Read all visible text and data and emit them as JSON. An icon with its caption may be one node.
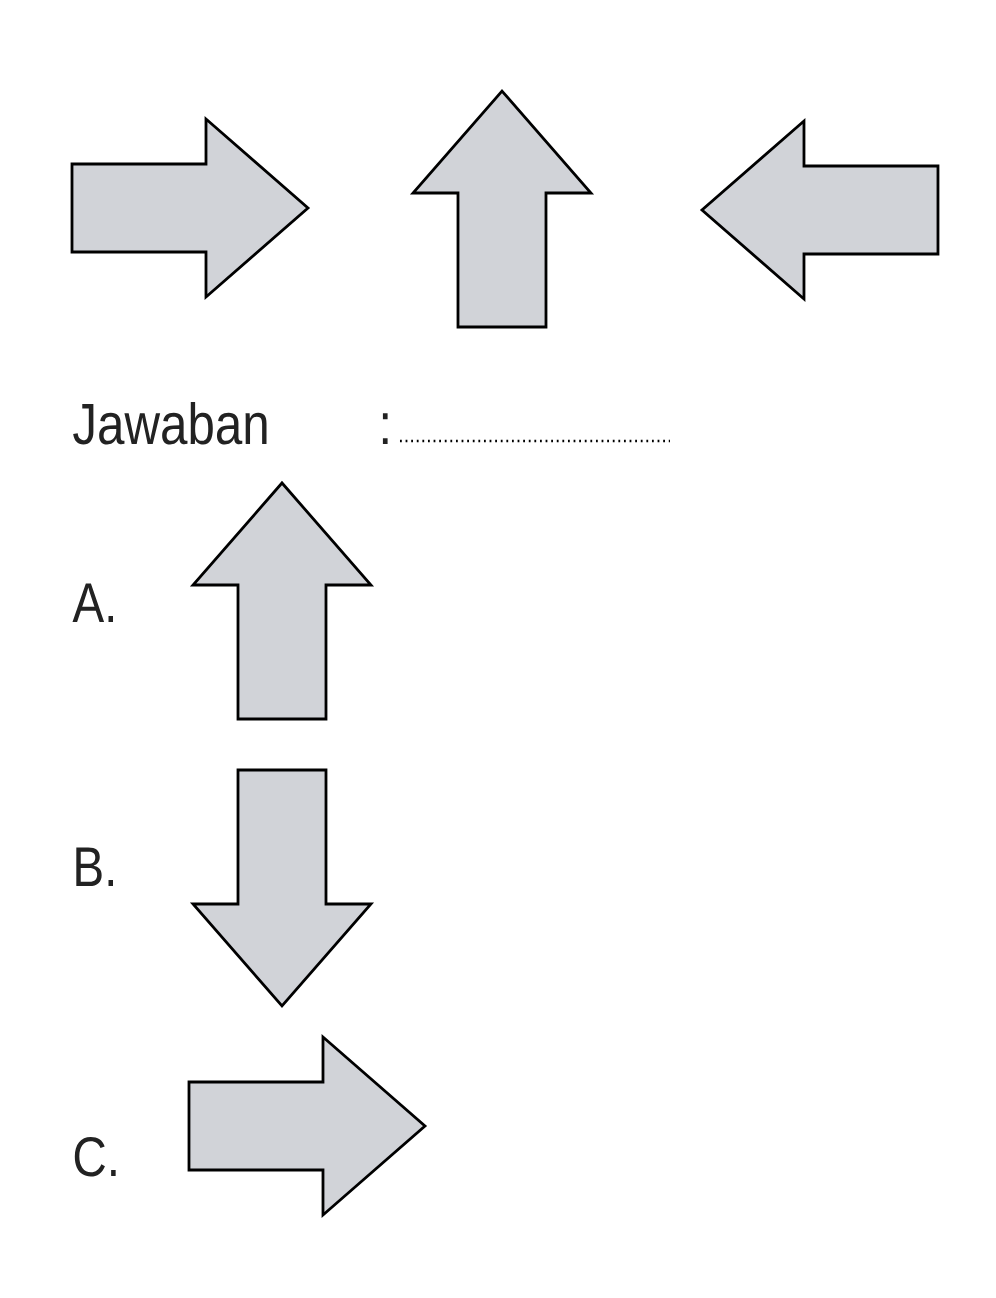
{
  "diagram": {
    "nodes": [
      {
        "text": [],
        "shape": "arrow"
      },
      {
        "text": [],
        "shape": "arrow"
      },
      {
        "text": [],
        "shape": "arrow"
      },
      {
        "text": [],
        "shape": "arrow",
        "beside": [
          "A."
        ]
      },
      {
        "text": [],
        "shape": "arrow",
        "beside": [
          "B."
        ]
      },
      {
        "text": [],
        "shape": "arrow",
        "beside": [
          "C."
        ]
      }
    ],
    "labels": [
      "Jawaban",
      ":"
    ]
  }
}
